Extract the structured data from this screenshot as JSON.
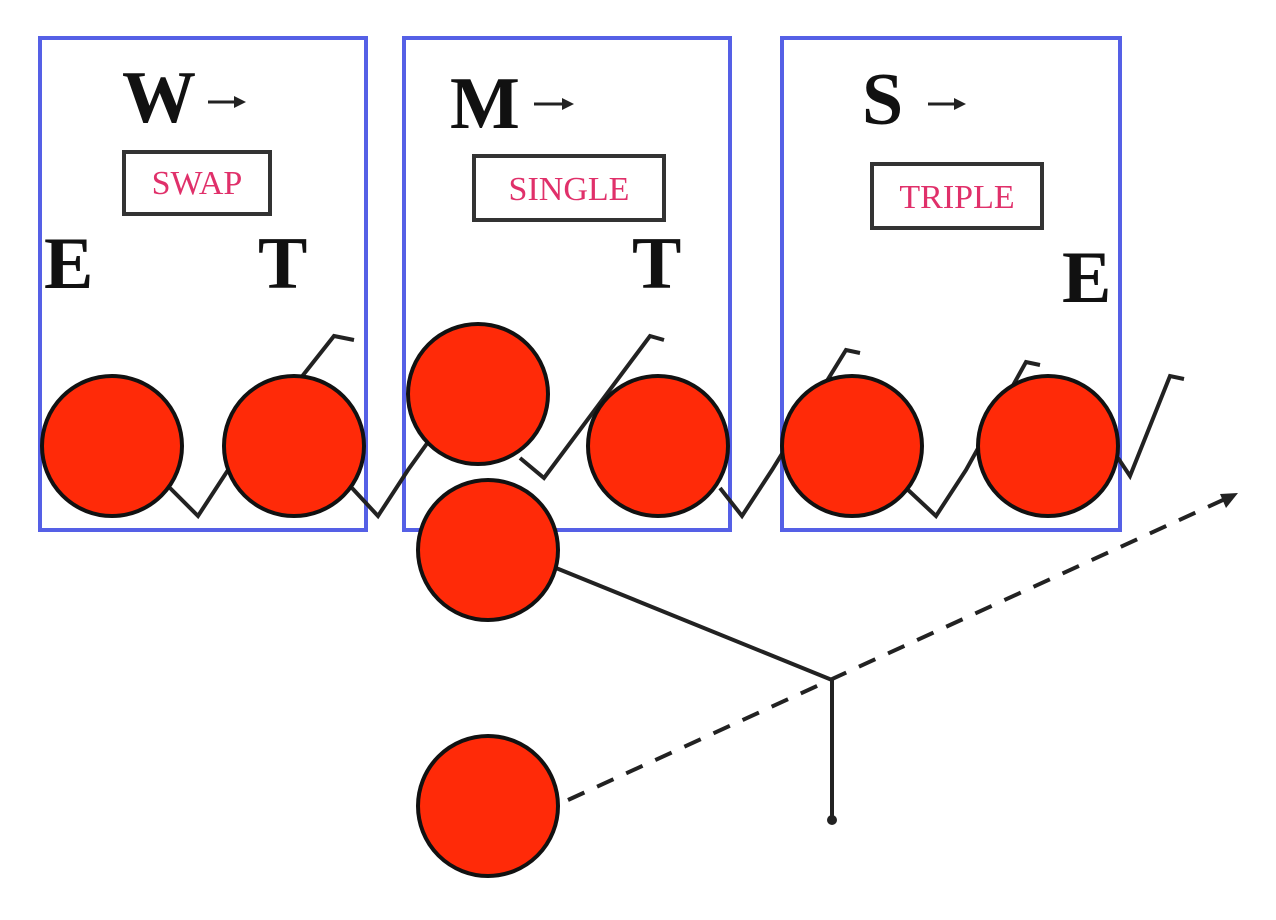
{
  "colors": {
    "box_border": "#5560e6",
    "player_fill": "#ff2a08",
    "call_text": "#e0306a"
  },
  "groups": [
    {
      "letter": "W",
      "call": "SWAP",
      "left_label": "E",
      "right_label": "T"
    },
    {
      "letter": "M",
      "call": "SINGLE",
      "right_label": "T"
    },
    {
      "letter": "S",
      "call": "TRIPLE",
      "right_label": "E"
    }
  ]
}
